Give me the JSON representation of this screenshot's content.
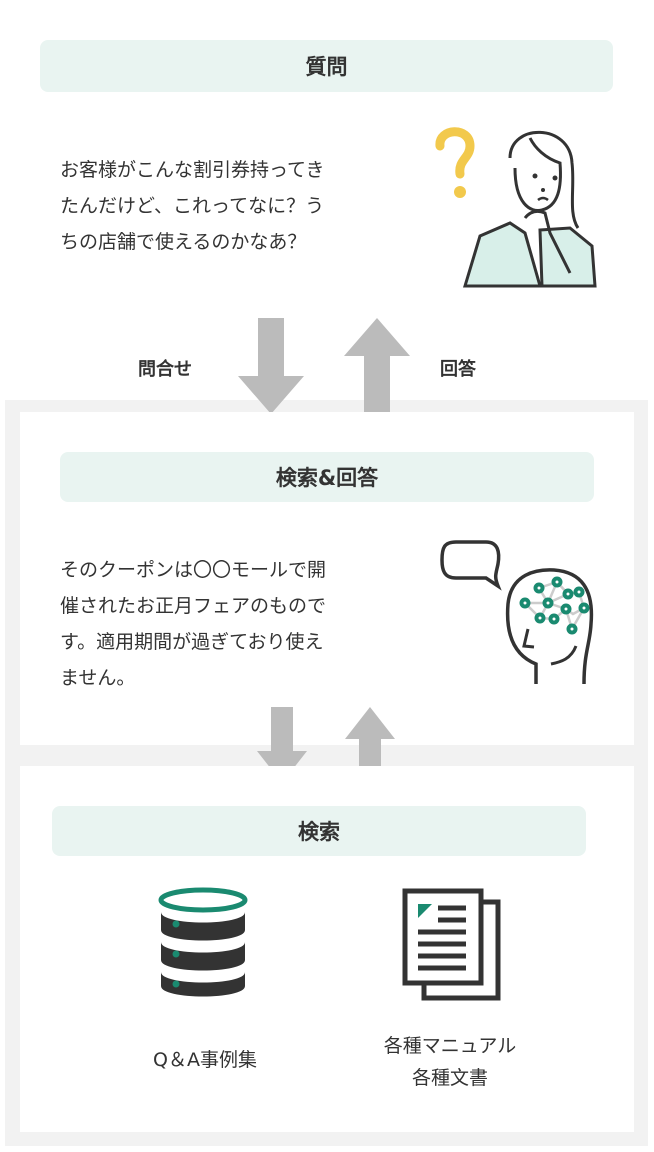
{
  "question": {
    "title": "質問",
    "lines": [
      "お客様がこんな割引券持ってき",
      "たんだけど、これってなに？う",
      "ちの店舗で使えるのかなあ？"
    ]
  },
  "arrows": {
    "inquiry_label": "問合せ",
    "answer_label": "回答"
  },
  "search_answer": {
    "title": "検索&回答",
    "lines": [
      "そのクーポンは〇〇モールで開",
      "催されたお正月フェアのもので",
      "す。適用期間が過ぎており使え",
      "ません。"
    ]
  },
  "search": {
    "title": "検索",
    "sources": [
      {
        "label": "Q＆A事例集"
      },
      {
        "label": "各種マニュアル",
        "label2": "各種文書"
      }
    ]
  },
  "colors": {
    "accent": "#1a8a70",
    "header_bg": "#e9f4f1",
    "arrow": "#bbbbbb",
    "question_mark": "#f2c94c"
  }
}
